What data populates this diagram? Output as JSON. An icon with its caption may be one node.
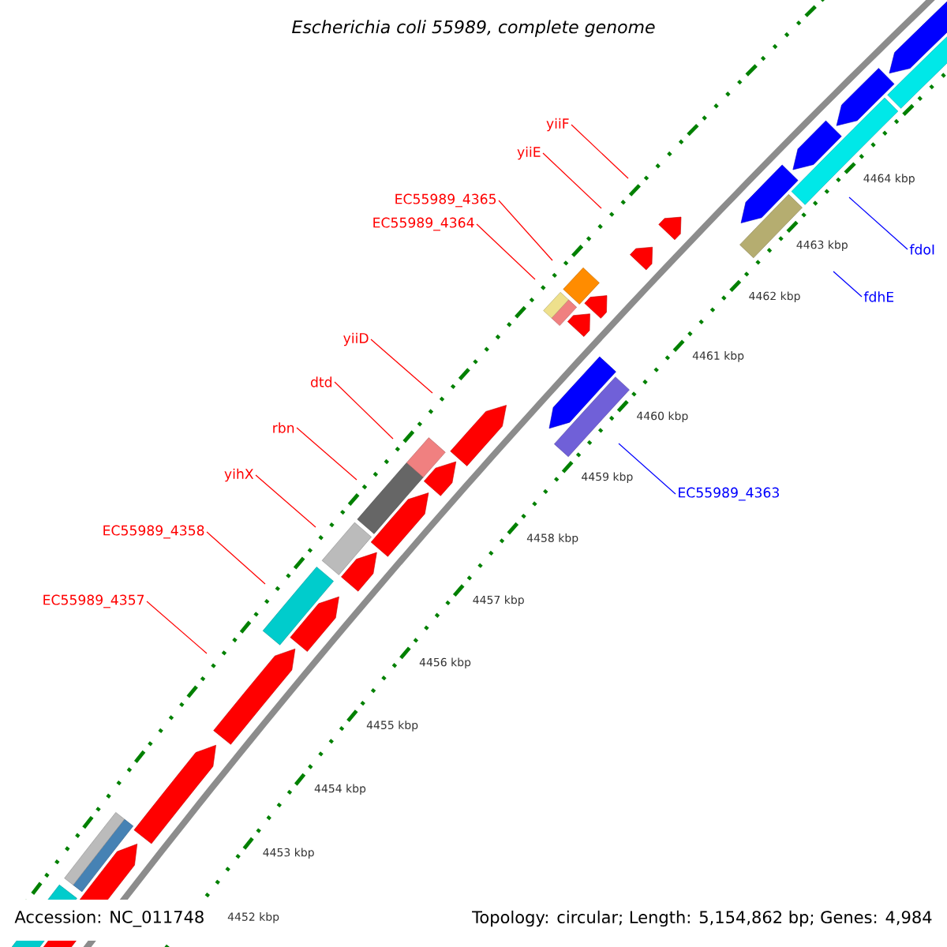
{
  "diagram": {
    "title": "Escherichia coli 55989, complete genome",
    "nodes": [
      {
        "text": [
          "yiiF"
        ]
      },
      {
        "text": [
          "yiiE"
        ]
      },
      {
        "text": [
          "EC55989_4365"
        ]
      },
      {
        "text": [
          "EC55989_4364"
        ]
      },
      {
        "text": [
          "fdoI"
        ]
      },
      {
        "text": [
          "fdhE"
        ]
      },
      {
        "text": [
          "yiiD"
        ]
      },
      {
        "text": [
          "dtd"
        ]
      },
      {
        "text": [
          "rbn"
        ]
      },
      {
        "text": [
          "yihX"
        ]
      },
      {
        "text": [
          "EC55989_4363"
        ]
      },
      {
        "text": [
          "EC55989_4358"
        ]
      },
      {
        "text": [
          "EC55989_4357"
        ]
      }
    ],
    "edges": [
      {
        "from": 0,
        "to": null,
        "arrow": "none"
      },
      {
        "from": 1,
        "to": null,
        "arrow": "none"
      },
      {
        "from": 2,
        "to": null,
        "arrow": "none"
      },
      {
        "from": 3,
        "to": null,
        "arrow": "none"
      },
      {
        "from": 4,
        "to": null,
        "arrow": "none",
        "color": "#0000ff"
      },
      {
        "from": 5,
        "to": null,
        "arrow": "none",
        "color": "#0000ff"
      },
      {
        "from": 6,
        "to": null,
        "arrow": "none"
      },
      {
        "from": 7,
        "to": null,
        "arrow": "none"
      },
      {
        "from": 8,
        "to": null,
        "arrow": "none"
      },
      {
        "from": 9,
        "to": null,
        "arrow": "none"
      },
      {
        "from": 10,
        "to": null,
        "arrow": "none",
        "color": "#0000ff"
      },
      {
        "from": 11,
        "to": null,
        "arrow": "none"
      },
      {
        "from": 12,
        "to": null,
        "arrow": "none"
      }
    ],
    "labels": [
      "4464 kbp",
      "4463 kbp",
      "4462 kbp",
      "4461 kbp",
      "4460 kbp",
      "4459 kbp",
      "4458 kbp",
      "4457 kbp",
      "4456 kbp",
      "4455 kbp",
      "4454 kbp",
      "4453 kbp",
      "4452 kbp",
      "Accession: NC_011748",
      "Topology: circular; Length: 5,154,862 bp; Genes: 4,984"
    ]
  }
}
